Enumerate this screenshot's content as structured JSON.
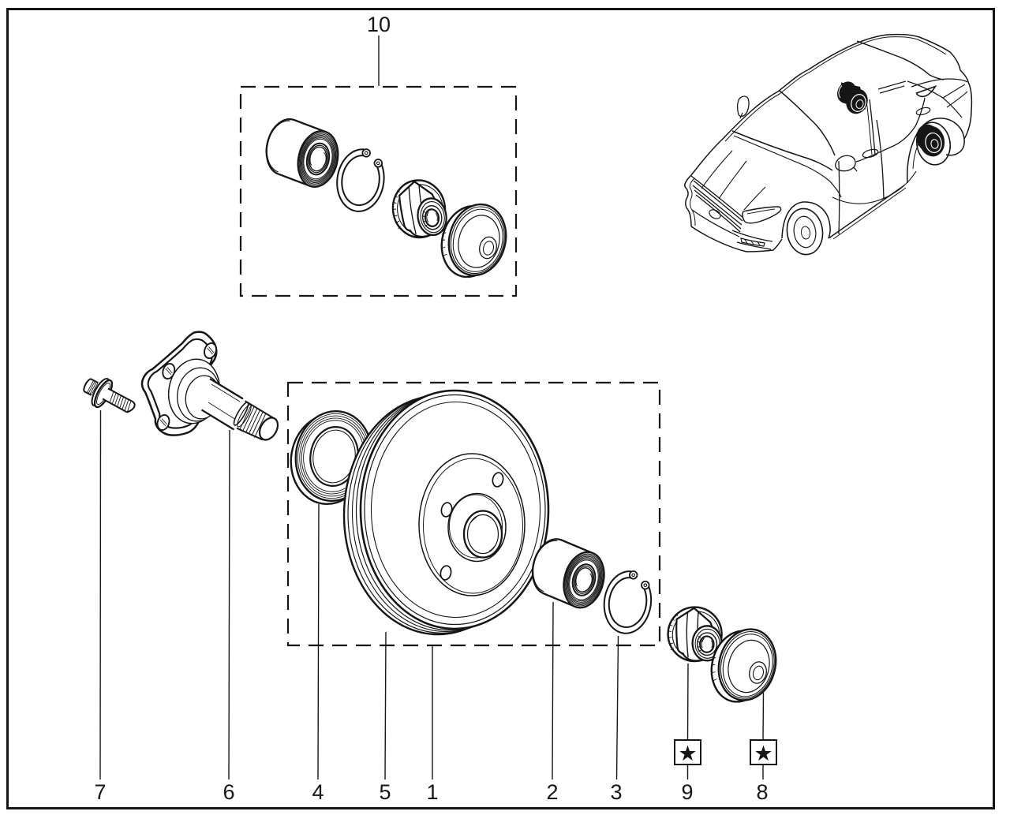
{
  "figure": {
    "kind": "exploded parts diagram",
    "labels_present": [
      "1",
      "2",
      "3",
      "4",
      "5",
      "6",
      "7",
      "8",
      "9",
      "10"
    ]
  },
  "colors": {
    "ink": "#161616",
    "background": "#ffffff"
  },
  "callouts": {
    "c1": {
      "label": "1"
    },
    "c2": {
      "label": "2"
    },
    "c3": {
      "label": "3"
    },
    "c4": {
      "label": "4"
    },
    "c5": {
      "label": "5"
    },
    "c6": {
      "label": "6"
    },
    "c7": {
      "label": "7"
    },
    "c8": {
      "label": "8"
    },
    "c9": {
      "label": "9"
    },
    "c10": {
      "label": "10"
    }
  },
  "star_markers": [
    {
      "symbol": "★"
    },
    {
      "symbol": "★"
    }
  ]
}
